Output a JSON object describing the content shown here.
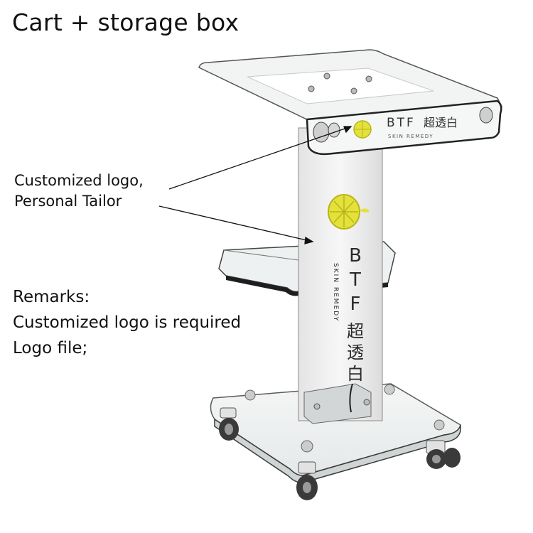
{
  "title": "Cart + storage box",
  "callout": {
    "line1": "Customized logo,",
    "line2": "Personal Tailor"
  },
  "remarks": {
    "heading": "Remarks:",
    "line1": "Customized logo is required",
    "line2": "Logo file;"
  },
  "product_branding": {
    "letters": [
      "B",
      "T",
      "F"
    ],
    "chinese": [
      "超",
      "透",
      "白"
    ],
    "top_wordmark": "BTF",
    "top_chinese": "超透白",
    "tagline": "SKIN REMEDY"
  },
  "colors": {
    "lemon": "#e3e13a",
    "lemon_dark": "#b8b51c",
    "acrylic_edge": "#2c2c2c",
    "column": "#f1f1f1",
    "ink": "#111111"
  }
}
